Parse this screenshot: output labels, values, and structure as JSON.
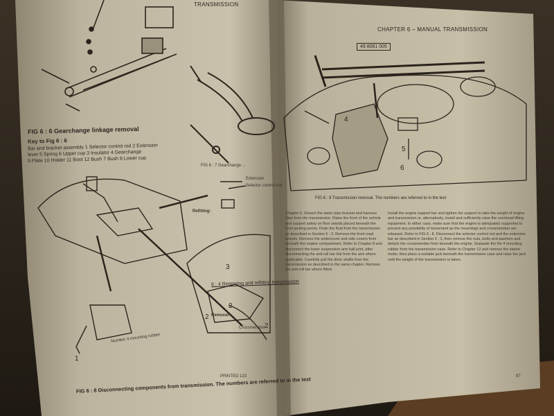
{
  "left_page": {
    "running_head": "TRANSMISSION",
    "fig_6_6_caption": "FIG 6 : 6   Gearchange linkage removal",
    "fig_6_6_key_title": "Key to Fig 6 : 6",
    "fig_6_6_key_lines": [
      "Bar and bracket assembly   1 Selector control rod   2 Extension",
      "lever   5 Spring   6 Upper cup   3 Insulator   4 Gearchange",
      "9 Plate   10 Holder   11 Boot   12 Bush   7 Bush   8 Lower cup"
    ],
    "fig_6_7_caption": "FIG 6 : 7  Gearchange ...",
    "fig_6_7_labels": [
      "Extension",
      "Selector control rod"
    ],
    "fig_6_8_labels": [
      "Number 4 mounting rubber",
      "Crossmember"
    ],
    "fig_6_8_numbers": [
      "1",
      "2",
      "2",
      "3",
      "2"
    ],
    "fig_6_8_caption": "FIG 6 : 8  Disconnecting components from transmission. The numbers are referred to in the text",
    "section_title": "6 : 4  Removing and refitting transmission",
    "subhead_refitting": "Refitting:",
    "subhead_removal": "Removal:",
    "footer_left": "PRINTED 123"
  },
  "right_page": {
    "running_head": "CHAPTER 6 – MANUAL TRANSMISSION",
    "part_number": "49 8061 005",
    "fig_6_9_numbers": [
      "4",
      "5",
      "6"
    ],
    "fig_6_9_caption": "FIG 6 : 9   Transmission removal. The numbers are referred to in the text",
    "col1_text": "Chapter 5. Detach the water pipe bracket and harness clips from the transmission. Raise the front of the vehicle and support safely on floor stands placed beneath the front jacking points. Drain the fluid from the transmission as described in Section 6 : 2. Remove the front road wheels. Remove the undercover and side covers from beneath the engine compartment. Refer to Chapter 8 and disconnect the lower suspension arm ball joint, after disconnecting the anti-roll bar link from the arm where applicable. Carefully pull the drive shafts from the transmission as described in the same chapter. Remove the anti-roll bar where fitted.",
    "col2_text": "Install the engine support bar and tighten the support to take the weight of engine and transmission or, alternatively, install and sufficiently raise the overhead lifting equipment. In either case, make sure that the engine is adequately supported to prevent any possibility of movement as the mountings and crossmember are released. Refer to FIG 6 : 8. Disconnect the selector control rod and the extension bar as described in Section 6 : 3, then remove the nuts, bolts and washers and detach the crossmember from beneath the engine. Separate the No 4 mounting rubber from the transmission case. Refer to Chapter 12 and remove the starter motor, then place a suitable jack beneath the transmission case and raise the jack until the weight of the transmission is taken.",
    "footer_right": "97"
  }
}
